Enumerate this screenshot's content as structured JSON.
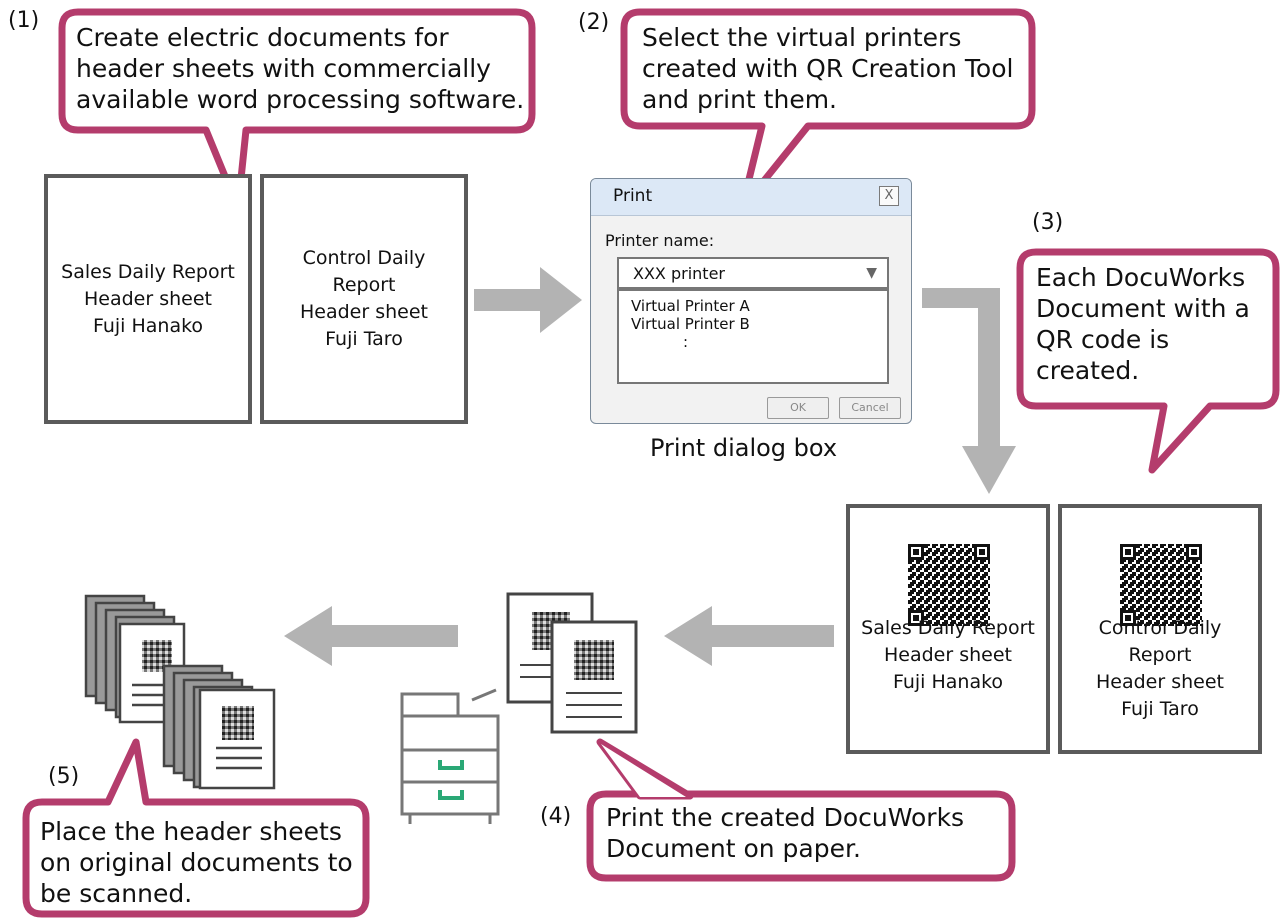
{
  "colors": {
    "callout_border": "#b43c6c",
    "arrow": "#b3b3b3",
    "doc_border": "#5b5b5b",
    "dialog_titlebar": "#dce8f6",
    "tray_accent": "#2aa876"
  },
  "step1": {
    "number": "(1)",
    "callout": "Create electric documents for header sheets with commercially available word processing software.",
    "callout_lines": [
      "Create electric documents for",
      "header sheets with commercially",
      "available word processing software."
    ]
  },
  "documents": [
    {
      "lines": [
        "Sales Daily Report",
        "Header sheet",
        "Fuji Hanako"
      ]
    },
    {
      "lines": [
        "Control Daily",
        "Report",
        "Header sheet",
        "Fuji Taro"
      ]
    }
  ],
  "step2": {
    "number": "(2)",
    "callout_lines": [
      "Select the virtual printers",
      "created with QR Creation Tool",
      "and print them."
    ]
  },
  "dialog": {
    "title": "Print",
    "close_icon": "close-icon",
    "close_glyph": "X",
    "printer_label": "Printer name:",
    "selected_printer": "XXX printer",
    "options": [
      "Virtual Printer A",
      "Virtual Printer B",
      ":"
    ],
    "ok_label": "OK",
    "cancel_label": "Cancel",
    "caption": "Print dialog box"
  },
  "step3": {
    "number": "(3)",
    "callout_lines": [
      "Each DocuWorks",
      "Document with a",
      "QR code is",
      "created."
    ]
  },
  "qr_documents": [
    {
      "lines": [
        "Sales Daily Report",
        "Header sheet",
        "Fuji Hanako"
      ]
    },
    {
      "lines": [
        "Control Daily",
        "Report",
        "Header sheet",
        "Fuji Taro"
      ]
    }
  ],
  "step4": {
    "number": "(4)",
    "callout_lines": [
      "Print the created DocuWorks",
      "Document on paper."
    ]
  },
  "step5": {
    "number": "(5)",
    "callout_lines": [
      "Place the header sheets",
      "on original documents to",
      "be scanned."
    ]
  }
}
